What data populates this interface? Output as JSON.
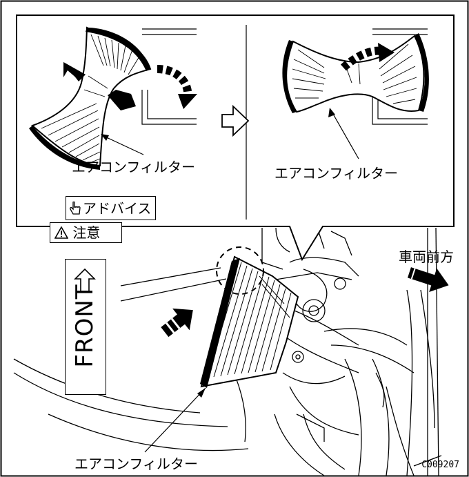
{
  "labels": {
    "filter_top_left": "エアコンフィルター",
    "filter_top_right": "エアコンフィルター",
    "filter_bottom": "エアコンフィルター",
    "advice": "アドバイス",
    "caution": "注意",
    "front": "FRONT",
    "vehicle_front": "車両前方",
    "code": "C009207"
  },
  "icons": [
    "hand-pointing-icon",
    "warning-triangle-icon",
    "left-arrow-icon",
    "right-arrow-icon",
    "curved-rotation-arrow-icon",
    "push-arrow-icon",
    "direction-arrow-icon"
  ]
}
